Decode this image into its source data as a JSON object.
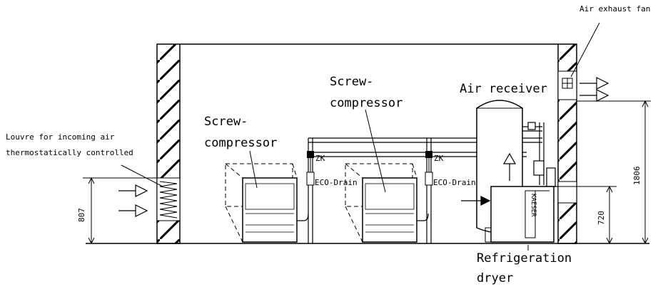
{
  "labels": {
    "air_exhaust_fan": "Air exhaust fan",
    "louvre_line1": "Louvre for incoming air",
    "louvre_line2": "thermostatically controlled",
    "screw1_line1": "Screw-",
    "screw1_line2": "compressor",
    "screw2_line1": "Screw-",
    "screw2_line2": "compressor",
    "air_receiver": "Air receiver",
    "zk_1": "ZK",
    "zk_2": "ZK",
    "eco_drain_1": "ECO-Drain",
    "eco_drain_2": "ECO-Drain",
    "refrigeration_line1": "Refrigeration",
    "refrigeration_line2": "dryer",
    "kaeser": "KAESER"
  },
  "dimensions": {
    "left_height": "807",
    "dryer_height": "720",
    "total_height": "1806"
  }
}
